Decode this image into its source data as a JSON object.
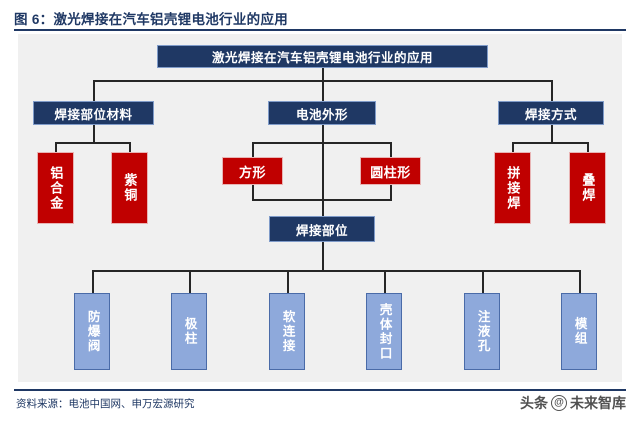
{
  "header": {
    "figure_title": "图 6：激光焊接在汽车铝壳锂电池行业的应用"
  },
  "diagram": {
    "root": {
      "label": "激光焊接在汽车铝壳锂电池行业的应用",
      "color": "#1f3864"
    },
    "branches": [
      {
        "label": "焊接部位材料",
        "color": "#1f3864",
        "children": [
          {
            "label": "铝合金",
            "color": "#c00000"
          },
          {
            "label": "紫铜",
            "color": "#c00000"
          }
        ]
      },
      {
        "label": "电池外形",
        "color": "#1f3864",
        "children": [
          {
            "label": "方形",
            "color": "#c00000"
          },
          {
            "label": "圆柱形",
            "color": "#c00000"
          }
        ]
      },
      {
        "label": "焊接方式",
        "color": "#1f3864",
        "children": [
          {
            "label": "拼接焊",
            "color": "#c00000"
          },
          {
            "label": "叠焊",
            "color": "#c00000"
          }
        ]
      }
    ],
    "weld_node": {
      "label": "焊接部位",
      "color": "#1f3864"
    },
    "weld_parts": [
      {
        "label": "防爆阀",
        "color": "#8ea9db"
      },
      {
        "label": "极柱",
        "color": "#8ea9db"
      },
      {
        "label": "软连接",
        "color": "#8ea9db"
      },
      {
        "label": "壳体封口",
        "color": "#8ea9db"
      },
      {
        "label": "注液孔",
        "color": "#8ea9db"
      },
      {
        "label": "模组",
        "color": "#8ea9db"
      }
    ]
  },
  "footer": {
    "source": "资料来源：电池中国网、申万宏源研究",
    "watermark_prefix": "头条",
    "watermark_at": "@",
    "watermark_name": "未来智库"
  }
}
